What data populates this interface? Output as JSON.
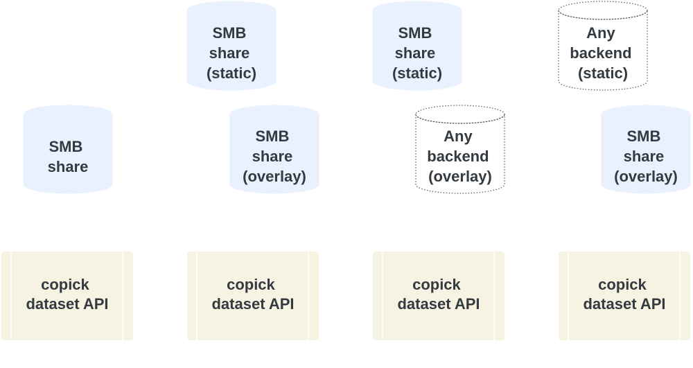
{
  "colors": {
    "storage_fill": "#e8f1fd",
    "storage_stroke": "#e8f1fd",
    "generic_fill": "#ffffff",
    "generic_stroke": "#555555",
    "api_fill": "#f6f3e2",
    "api_line": "#ffffff",
    "text": "#333a40"
  },
  "nodes": {
    "smb_share": {
      "lines": [
        "SMB",
        "share"
      ]
    },
    "smb_static_1": {
      "lines": [
        "SMB",
        "share",
        "(static)"
      ]
    },
    "smb_static_2": {
      "lines": [
        "SMB",
        "share",
        "(static)"
      ]
    },
    "any_static": {
      "lines": [
        "Any",
        "backend",
        "(static)"
      ]
    },
    "smb_overlay_1": {
      "lines": [
        "SMB",
        "share",
        "(overlay)"
      ]
    },
    "any_overlay": {
      "lines": [
        "Any",
        "backend",
        "(overlay)"
      ]
    },
    "smb_overlay_2": {
      "lines": [
        "SMB",
        "share",
        "(overlay)"
      ]
    },
    "api_1": {
      "lines": [
        "copick",
        "dataset API"
      ]
    },
    "api_2": {
      "lines": [
        "copick",
        "dataset API"
      ]
    },
    "api_3": {
      "lines": [
        "copick",
        "dataset API"
      ]
    },
    "api_4": {
      "lines": [
        "copick",
        "dataset API"
      ]
    }
  }
}
